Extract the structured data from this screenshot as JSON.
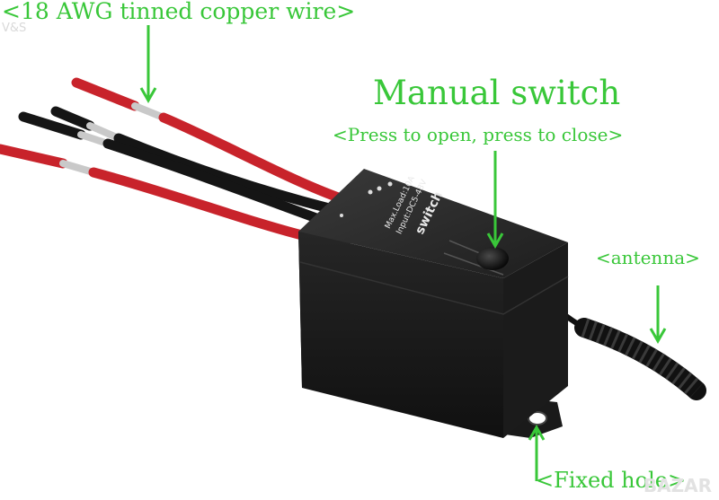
{
  "labels": {
    "wire": "<18 AWG tinned copper wire>",
    "manual_title": "Manual switch",
    "manual_sub": "<Press to open, press to close>",
    "antenna": "<antenna>",
    "fixed_hole": "<Fixed hole>"
  },
  "device_print": {
    "brand": "switch",
    "input": "Input:DC5-48V",
    "max_load": "Max.Load:10A"
  },
  "watermarks": {
    "top_left": "V&S",
    "bottom_right": "BAZAR"
  },
  "colors": {
    "annotation_green": "#39c739",
    "red_wire": "#c8232b",
    "black_wire": "#151515",
    "box_body": "#1c1c1c",
    "copper_tip": "#c9c9c9"
  },
  "icons": [
    "arrow-down-icon",
    "arrow-up-icon"
  ]
}
